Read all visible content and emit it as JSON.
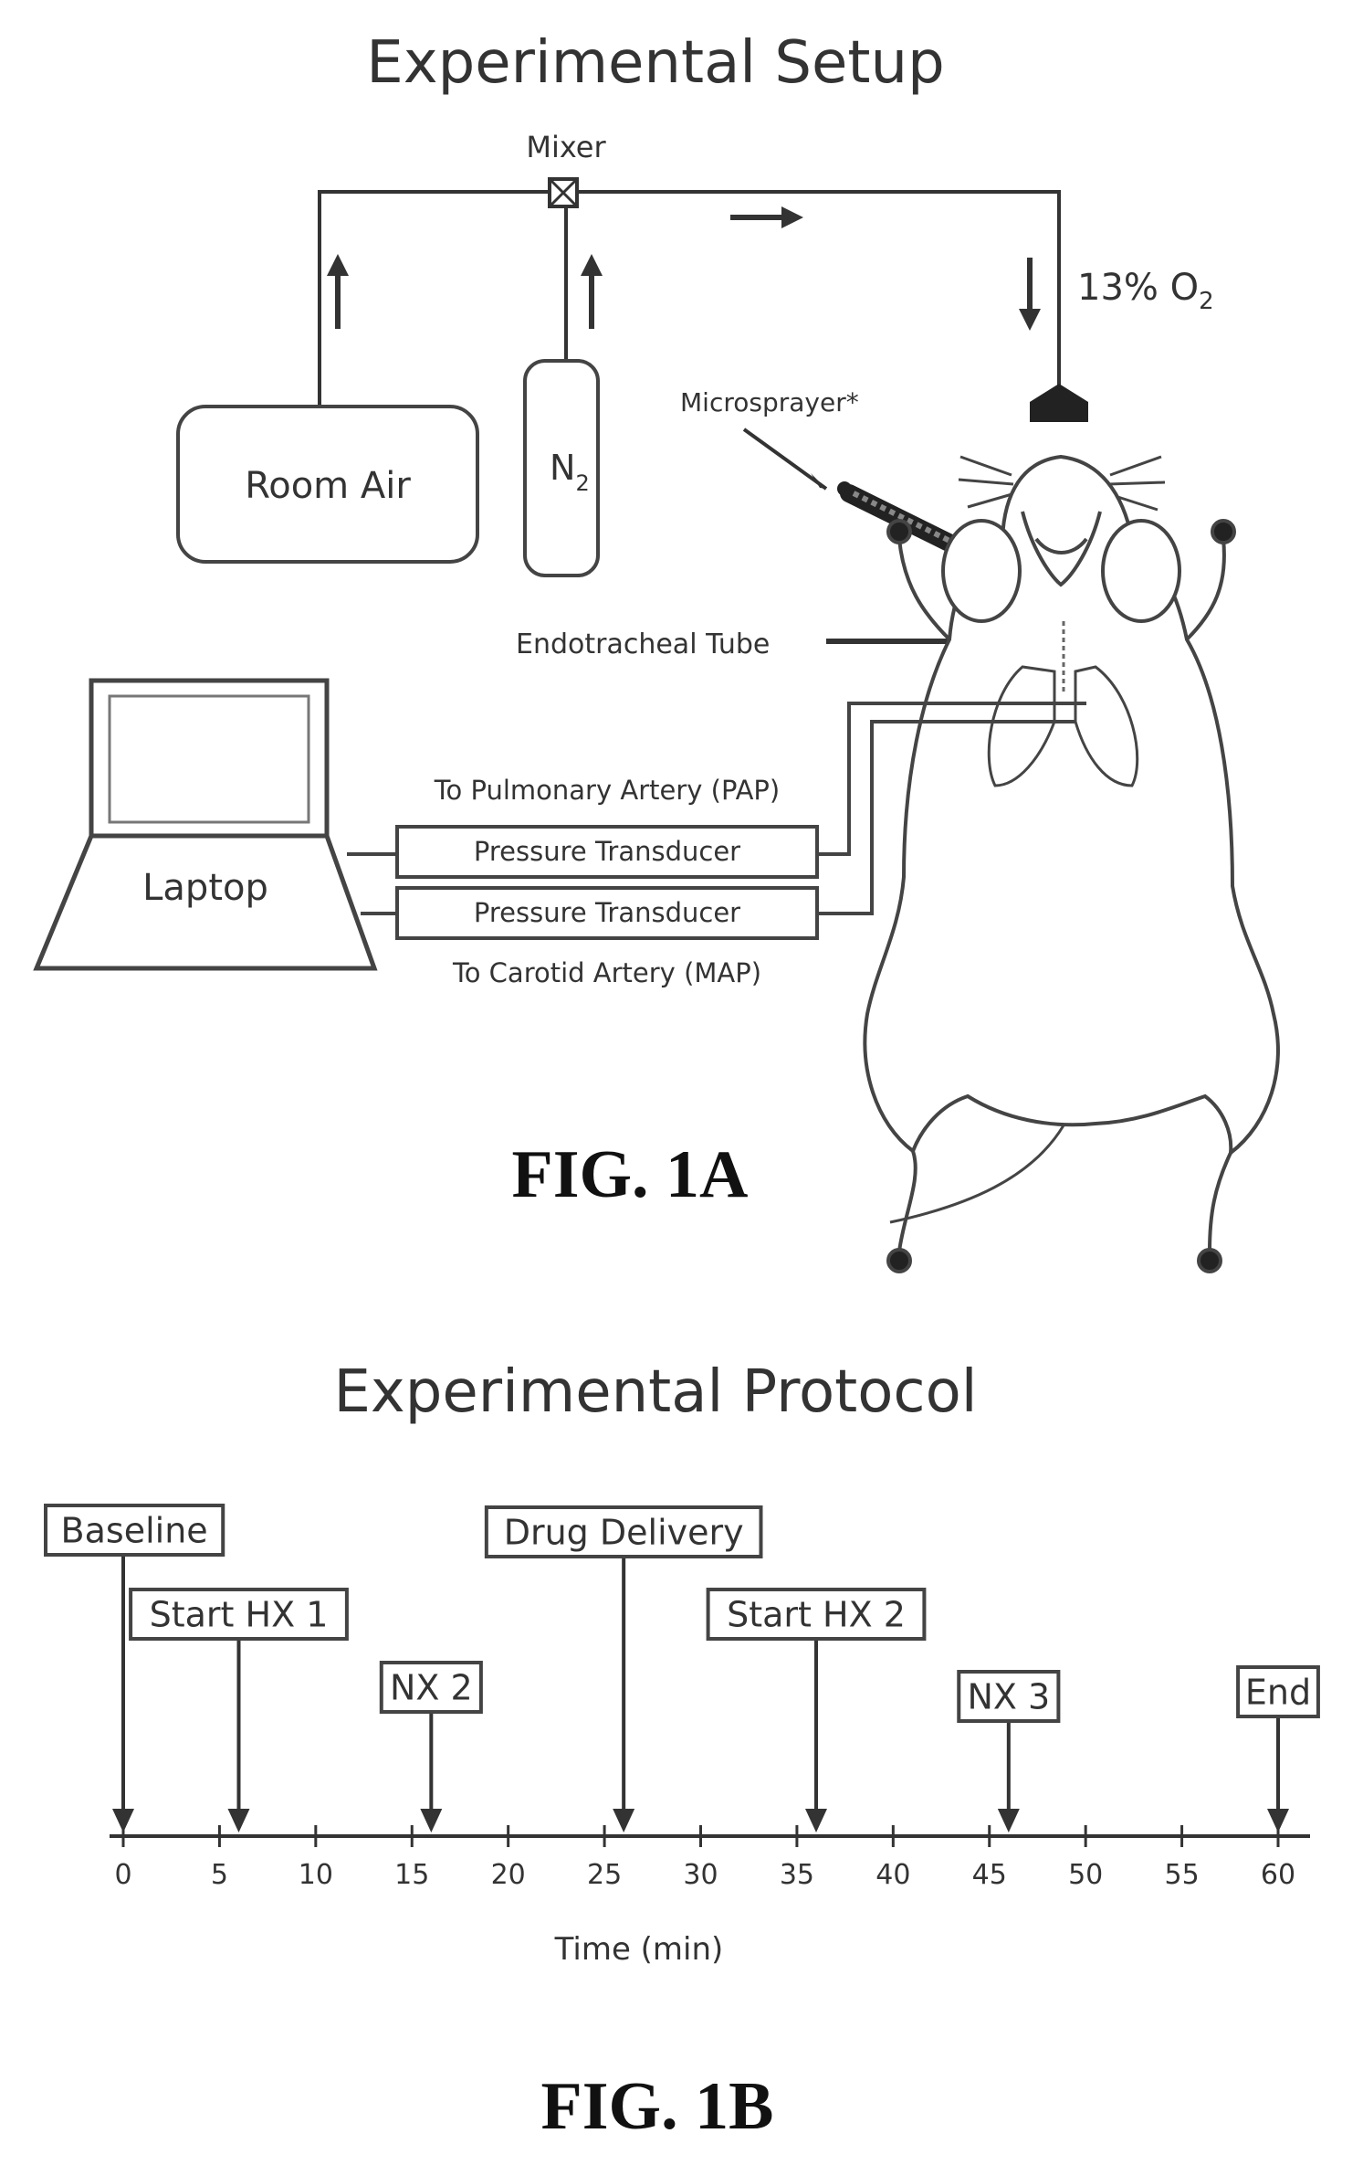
{
  "fig_a": {
    "title": "Experimental Setup",
    "mixer": "Mixer",
    "o2": "13% O",
    "o2_sub": "2",
    "room_air": "Room Air",
    "n2": "N",
    "n2_sub": "2",
    "microsprayer": "Microsprayer*",
    "endotracheal": "Endotracheal Tube",
    "laptop": "Laptop",
    "to_pa": "To Pulmonary Artery (PAP)",
    "transducer_1": "Pressure Transducer",
    "transducer_2": "Pressure Transducer",
    "to_ca": "To Carotid Artery (MAP)",
    "caption": "FIG. 1A"
  },
  "fig_b": {
    "title": "Experimental Protocol",
    "xlabel": "Time (min)",
    "caption": "FIG. 1B"
  },
  "chart_data": {
    "type": "timeline",
    "title": "Experimental Protocol",
    "xlabel": "Time (min)",
    "xlim": [
      0,
      60
    ],
    "ticks": [
      0,
      5,
      10,
      15,
      20,
      25,
      30,
      35,
      40,
      45,
      50,
      55,
      60
    ],
    "events": [
      {
        "label": "Baseline",
        "time": 0
      },
      {
        "label": "Start HX 1",
        "time": 6
      },
      {
        "label": "NX 2",
        "time": 16
      },
      {
        "label": "Drug Delivery",
        "time": 26
      },
      {
        "label": "Start HX 2",
        "time": 36
      },
      {
        "label": "NX 3",
        "time": 46
      },
      {
        "label": "End",
        "time": 60
      }
    ]
  }
}
